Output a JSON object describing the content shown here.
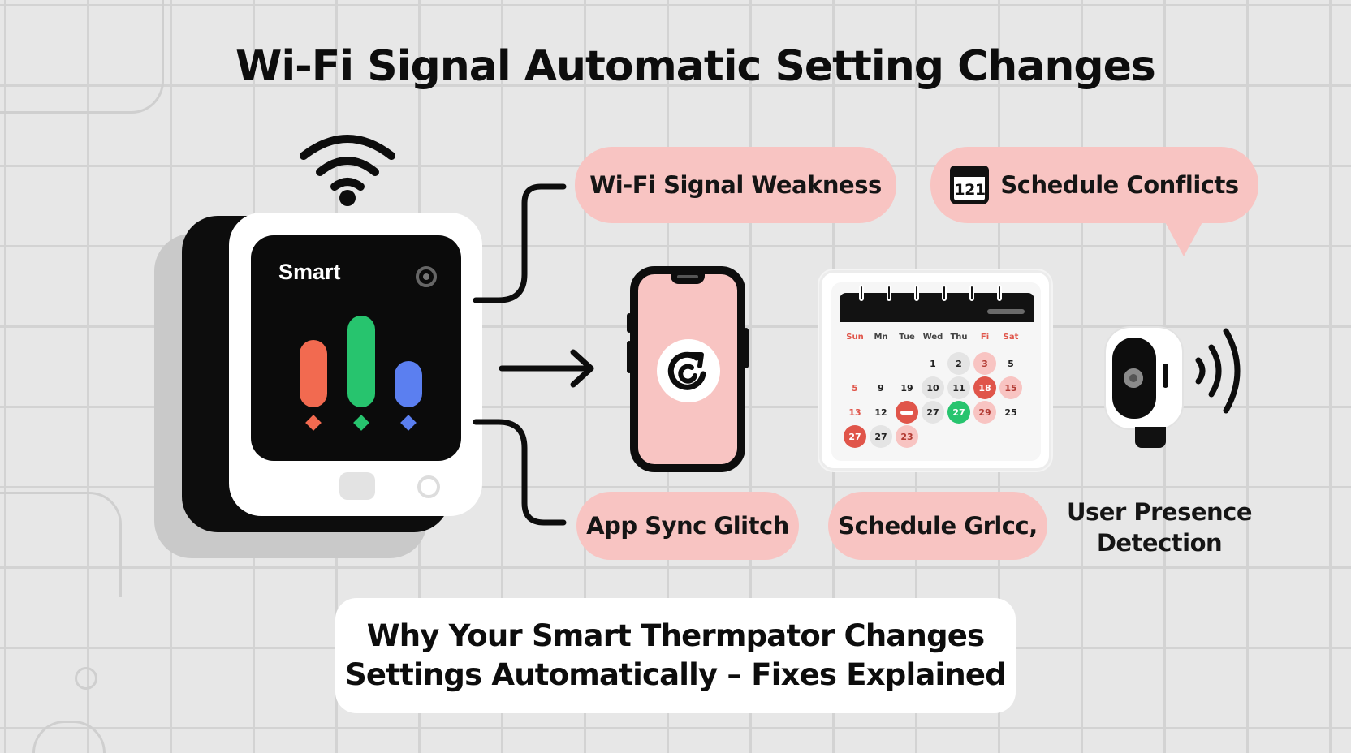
{
  "title": "Wi-Fi Signal Automatic Setting Changes",
  "thermostat": {
    "screen_label": "Smart",
    "bar_colors": [
      "#f26a50",
      "#27c46e",
      "#5b7ff0"
    ],
    "bar_levels": [
      0.55,
      0.75,
      0.38
    ]
  },
  "callouts": {
    "wifi_weakness": "Wi-Fi Signal Weakness",
    "schedule_conflicts": "Schedule Conflicts",
    "schedule_conflicts_icon_number": "121",
    "app_sync_glitch": "App Sync Glitch",
    "schedule_glitch": "Schedule Grlcc,",
    "user_presence": [
      "User Presence",
      "Detection"
    ]
  },
  "calendar": {
    "weekdays": [
      "Sun",
      "Mn",
      "Tue",
      "Wed",
      "Thu",
      "Fi",
      "Sat"
    ],
    "weeks": [
      [
        "",
        "",
        "",
        "1",
        "2",
        "3",
        "5"
      ],
      [
        "5",
        "9",
        "19",
        "10",
        "11",
        "18",
        "15"
      ],
      [
        "13",
        "12",
        "",
        "27",
        "27",
        "29",
        "25"
      ],
      [
        "27",
        "27",
        "23",
        "",
        "",
        "",
        ""
      ]
    ],
    "highlights": {
      "0-4": "gray",
      "0-5": "pink",
      "1-3": "gray",
      "1-4": "gray",
      "1-5": "red",
      "1-6": "pink",
      "2-2": "red-minus",
      "2-3": "gray",
      "2-4": "green",
      "2-5": "pink",
      "3-0": "red",
      "3-1": "gray",
      "3-2": "pink"
    },
    "red_day_color": "#e0554a"
  },
  "footer": {
    "line1": "Why Your Smart Thermpator Changes",
    "line2": "Settings Automatically – Fixes Explained"
  },
  "colors": {
    "pill": "#f8c4c2",
    "dark": "#0d0d0d",
    "background": "#e7e7e7"
  }
}
